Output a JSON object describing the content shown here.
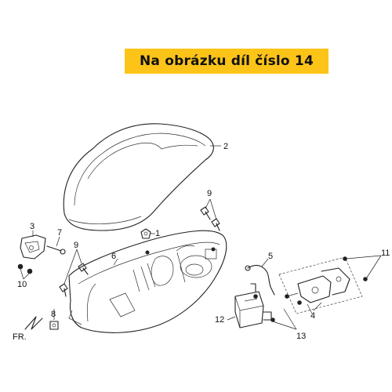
{
  "header": {
    "banner_text": "Na obrázku díl číslo 14",
    "banner_color": "#fcc419"
  },
  "callouts": {
    "p1": "1",
    "p2": "2",
    "p3": "3",
    "p4": "4",
    "p5": "5",
    "p6": "6",
    "p7": "7",
    "p8": "8",
    "p9a": "9",
    "p9b": "9",
    "p10": "10",
    "p11": "11",
    "p12": "12",
    "p13": "13"
  },
  "direction_label": "FR."
}
